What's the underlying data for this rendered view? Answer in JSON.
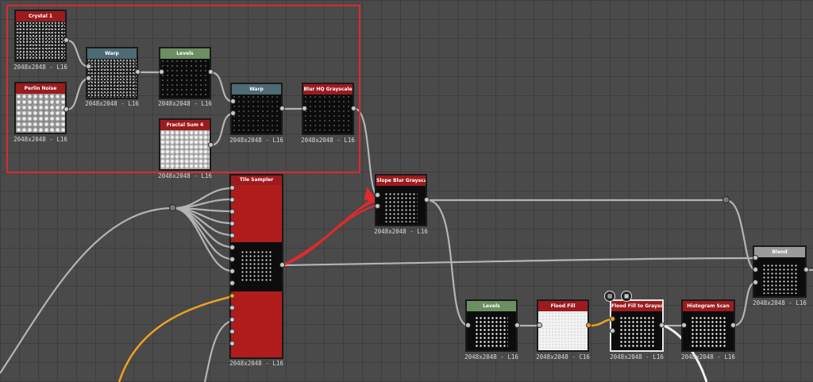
{
  "graph": {
    "nodes": {
      "crystal": {
        "title": "Crystal 1",
        "caption": "2048x2048 - L16"
      },
      "perlin": {
        "title": "Perlin Noise",
        "caption": "2048x2048 - L16"
      },
      "warp1": {
        "title": "Warp",
        "caption": "2048x2048 - L16"
      },
      "levels1": {
        "title": "Levels",
        "caption": "2048x2048 - L16"
      },
      "fractal": {
        "title": "Fractal Sum 4",
        "caption": "2048x2048 - L16"
      },
      "warp2": {
        "title": "Warp",
        "caption": "2048x2048 - L16"
      },
      "blur": {
        "title": "Blur HQ Grayscale",
        "caption": "2048x2048 - L16"
      },
      "tile": {
        "title": "Tile Sampler",
        "caption": "2048x2048 - L16"
      },
      "slope": {
        "title": "Slope Blur Grayscale",
        "caption": "2048x2048 - L16"
      },
      "blend": {
        "title": "Blend",
        "caption": "2048x2048 - L16"
      },
      "levels2": {
        "title": "Levels",
        "caption": "2048x2048 - L16"
      },
      "flood": {
        "title": "Flood Fill",
        "caption": "2048x2048 - C16"
      },
      "ffgray": {
        "title": "Flood Fill to Grayscale",
        "caption": "2048x2048 - L16"
      },
      "histo": {
        "title": "Histogram Scan",
        "caption": "2048x2048 - L16"
      }
    }
  },
  "colors": {
    "header_red": "#9c1b1e",
    "header_teal": "#4d6a75",
    "header_green": "#6b8f60",
    "header_gray": "#9a9a9a",
    "selection": "#e0282e",
    "wire": "#b4b4b4",
    "wire_orange": "#f0a020"
  },
  "icons": {
    "doc": "document-icon",
    "checker": "checker-icon"
  }
}
